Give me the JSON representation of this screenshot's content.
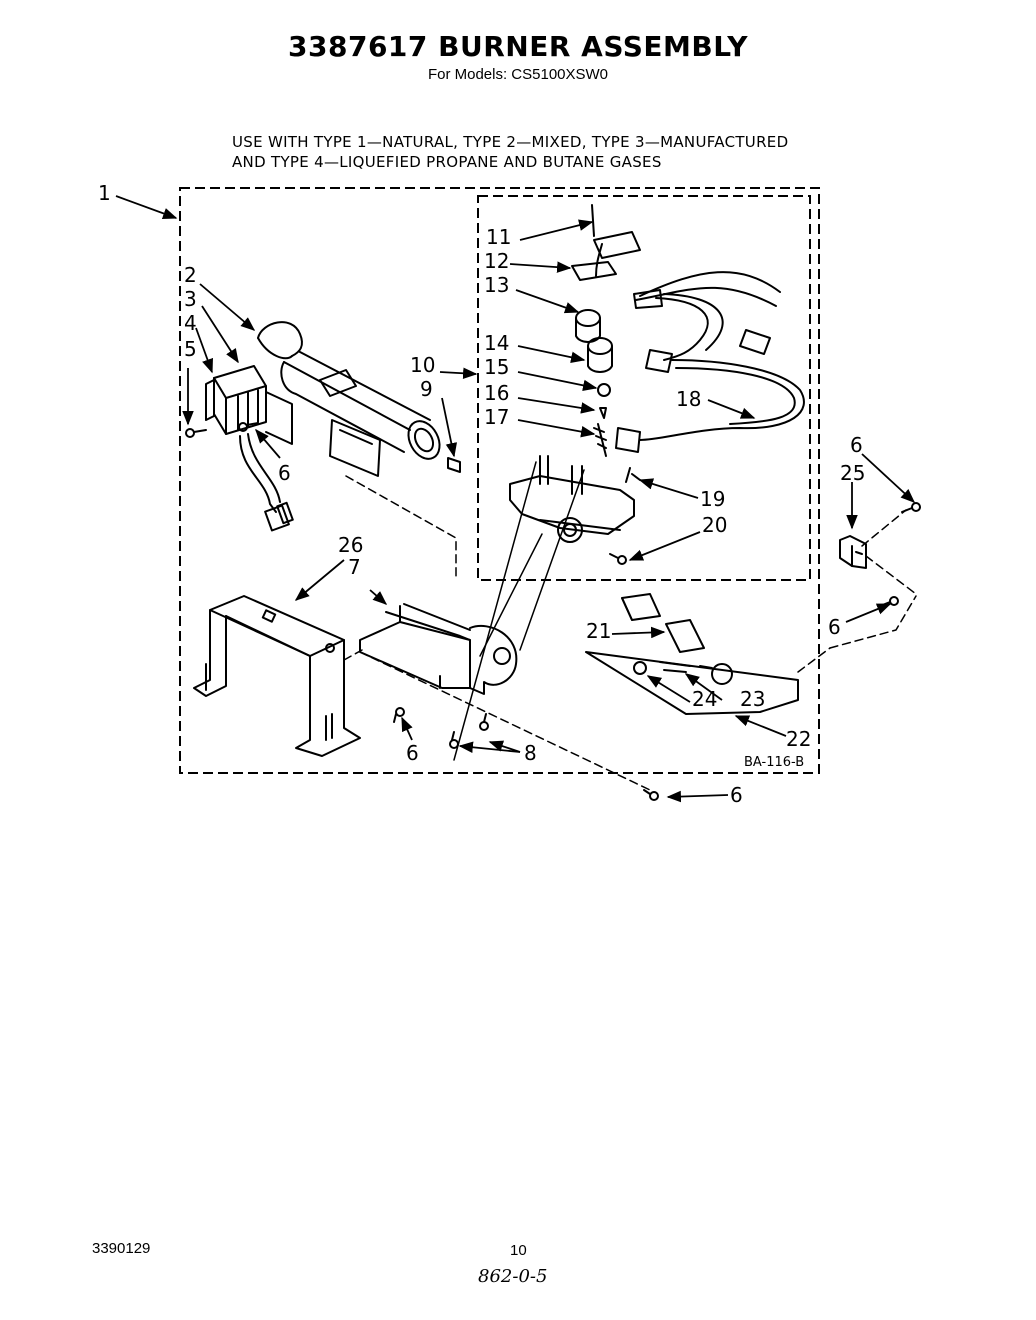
{
  "header": {
    "title": "3387617 BURNER ASSEMBLY",
    "subtitle": "For Models: CS5100XSW0"
  },
  "usage_note": {
    "line1": "USE WITH TYPE 1—NATURAL, TYPE 2—MIXED, TYPE 3—MANUFACTURED",
    "line2": "AND TYPE 4—LIQUEFIED PROPANE AND BUTANE GASES"
  },
  "diagram": {
    "drawing_code": "BA-116-B",
    "callouts": {
      "c1": "1",
      "c2": "2",
      "c3": "3",
      "c4": "4",
      "c5": "5",
      "c6a": "6",
      "c6b": "6",
      "c6c": "6",
      "c6d": "6",
      "c6e": "6",
      "c7": "7",
      "c8": "8",
      "c9": "9",
      "c10": "10",
      "c11": "11",
      "c12": "12",
      "c13": "13",
      "c14": "14",
      "c15": "15",
      "c16": "16",
      "c17": "17",
      "c18": "18",
      "c19": "19",
      "c20": "20",
      "c21": "21",
      "c22": "22",
      "c23": "23",
      "c24": "24",
      "c25": "25",
      "c26": "26"
    }
  },
  "footer": {
    "part_number": "3390129",
    "page_number": "10",
    "handwritten": "862-0-5"
  }
}
